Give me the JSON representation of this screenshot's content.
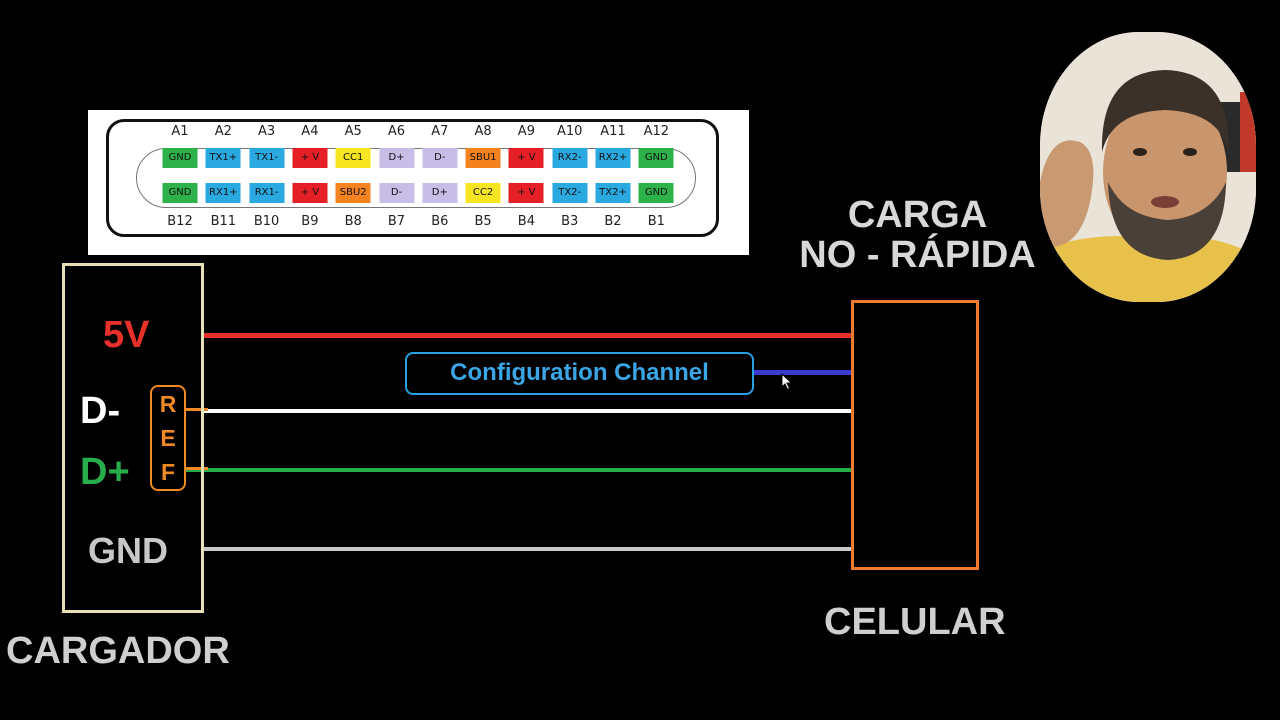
{
  "pinout": {
    "top_labels": [
      "A1",
      "A2",
      "A3",
      "A4",
      "A5",
      "A6",
      "A7",
      "A8",
      "A9",
      "A10",
      "A11",
      "A12"
    ],
    "bottom_labels": [
      "B12",
      "B11",
      "B10",
      "B9",
      "B8",
      "B7",
      "B6",
      "B5",
      "B4",
      "B3",
      "B2",
      "B1"
    ],
    "row_a": [
      {
        "text": "GND",
        "color": "#2db24a"
      },
      {
        "text": "TX1+",
        "color": "#2aa8e0"
      },
      {
        "text": "TX1-",
        "color": "#2aa8e0"
      },
      {
        "text": "+ V",
        "color": "#e51f26"
      },
      {
        "text": "CC1",
        "color": "#f7e521"
      },
      {
        "text": "D+",
        "color": "#c8bde6"
      },
      {
        "text": "D-",
        "color": "#c8bde6"
      },
      {
        "text": "SBU1",
        "color": "#f4821f"
      },
      {
        "text": "+ V",
        "color": "#e51f26"
      },
      {
        "text": "RX2-",
        "color": "#2aa8e0"
      },
      {
        "text": "RX2+",
        "color": "#2aa8e0"
      },
      {
        "text": "GND",
        "color": "#2db24a"
      }
    ],
    "row_b": [
      {
        "text": "GND",
        "color": "#2db24a"
      },
      {
        "text": "RX1+",
        "color": "#2aa8e0"
      },
      {
        "text": "RX1-",
        "color": "#2aa8e0"
      },
      {
        "text": "+ V",
        "color": "#e51f26"
      },
      {
        "text": "SBU2",
        "color": "#f4821f"
      },
      {
        "text": "D-",
        "color": "#c8bde6"
      },
      {
        "text": "D+",
        "color": "#c8bde6"
      },
      {
        "text": "CC2",
        "color": "#f7e521"
      },
      {
        "text": "+ V",
        "color": "#e51f26"
      },
      {
        "text": "TX2-",
        "color": "#2aa8e0"
      },
      {
        "text": "TX2+",
        "color": "#2aa8e0"
      },
      {
        "text": "GND",
        "color": "#2db24a"
      }
    ]
  },
  "charger": {
    "caption": "CARGADOR",
    "pins": {
      "v5": "5V",
      "dminus": "D-",
      "dplus": "D+",
      "gnd": "GND"
    },
    "ref": [
      "R",
      "E",
      "F"
    ]
  },
  "phone": {
    "caption": "CELULAR"
  },
  "title": {
    "line1": "CARGA",
    "line2": "NO - RÁPIDA"
  },
  "config_channel": {
    "label": "Configuration Channel"
  },
  "colors": {
    "v5": "#e8302a",
    "dminus": "#ffffff",
    "dplus": "#27ad4b",
    "gnd": "#c8c8c8",
    "cc": "#3b3bd0",
    "charger_border": "#e8dfb4",
    "phone_border": "#ef7b2e",
    "ref": "#f08a24"
  }
}
